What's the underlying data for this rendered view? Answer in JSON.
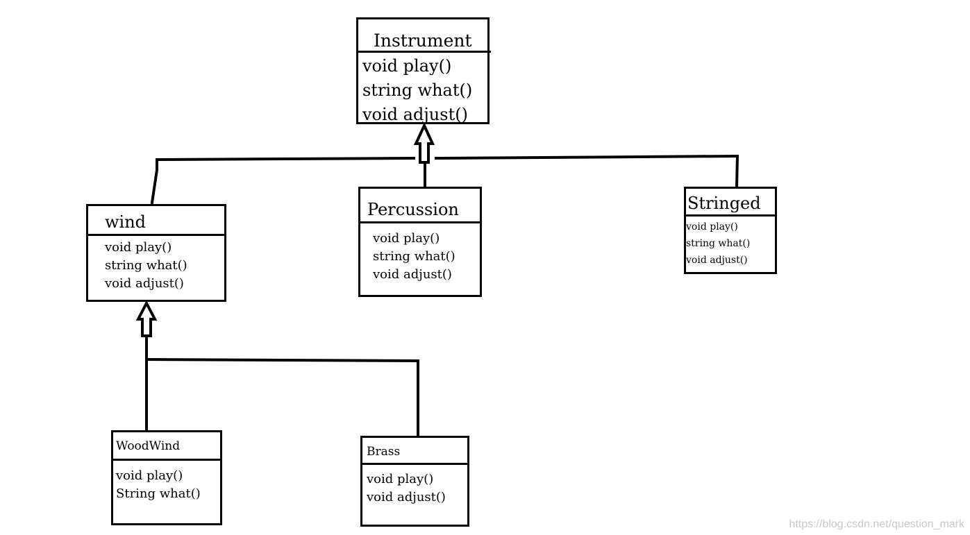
{
  "classes": {
    "instrument": {
      "name": "Instrument",
      "methods": [
        "void play()",
        "string what()",
        "void adjust()"
      ]
    },
    "wind": {
      "name": "wind",
      "methods": [
        "void play()",
        "string what()",
        "void adjust()"
      ]
    },
    "percussion": {
      "name": "Percussion",
      "methods": [
        "void play()",
        "string what()",
        "void adjust()"
      ]
    },
    "stringed": {
      "name": "Stringed",
      "methods": [
        "void play()",
        "string what()",
        "void adjust()"
      ]
    },
    "woodwind": {
      "name": "WoodWind",
      "methods": [
        "void play()",
        "String what()"
      ]
    },
    "brass": {
      "name": "Brass",
      "methods": [
        "void play()",
        "void adjust()"
      ]
    }
  },
  "watermark": "https://blog.csdn.net/question_mark"
}
